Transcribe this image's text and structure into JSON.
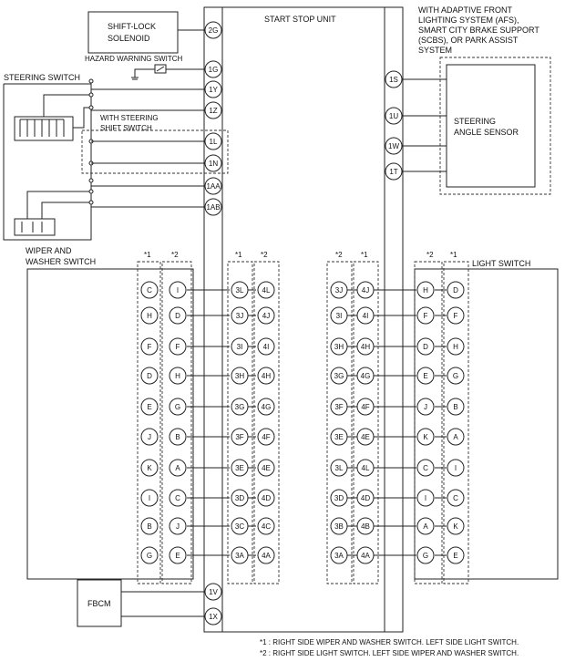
{
  "labels": {
    "shift_lock_line1": "SHIFT-LOCK",
    "shift_lock_line2": "SOLENOID",
    "hazard": "HAZARD WARNING SWITCH",
    "start_stop": "START STOP UNIT",
    "steering_switch": "STEERING SWITCH",
    "with_steering_line1": "WITH STEERING",
    "with_steering_line2": "SHIFT SWITCH",
    "afs_line1": "WITH ADAPTIVE FRONT",
    "afs_line2": "LIGHTING SYSTEM (AFS),",
    "afs_line3": "SMART CITY BRAKE SUPPORT",
    "afs_line4": "(SCBS), OR PARK ASSIST",
    "afs_line5": "SYSTEM",
    "sensor_line1": "STEERING",
    "sensor_line2": "ANGLE SENSOR",
    "wiper_line1": "WIPER AND",
    "wiper_line2": "WASHER SWITCH",
    "light_switch": "LIGHT SWITCH",
    "fbcm": "FBCM",
    "note1": "*1 : RIGHT SIDE WIPER AND WASHER SWITCH. LEFT SIDE LIGHT SWITCH.",
    "note2": "*2 : RIGHT SIDE LIGHT SWITCH. LEFT SIDE WIPER AND WASHER SWITCH."
  },
  "column_headers": {
    "left_a": "*1",
    "left_b": "*2",
    "mid_a": "*1",
    "mid_b": "*2",
    "midr_a": "*2",
    "midr_b": "*1",
    "right_a": "*2",
    "right_b": "*1"
  },
  "start_stop_left_pins": [
    "2G",
    "1G",
    "1Y",
    "1Z",
    "1L",
    "1N",
    "1AA",
    "1AB",
    "1V",
    "1X"
  ],
  "start_stop_right_pins": [
    "1S",
    "1U",
    "1W",
    "1T"
  ],
  "wiper_star1_pins": [
    "C",
    "H",
    "F",
    "D",
    "E",
    "J",
    "K",
    "I",
    "B",
    "G"
  ],
  "wiper_star2_pins": [
    "I",
    "D",
    "F",
    "H",
    "G",
    "B",
    "A",
    "C",
    "J",
    "E"
  ],
  "ssu_left_star1_pins": [
    "3L",
    "3J",
    "3I",
    "3H",
    "3G",
    "3F",
    "3E",
    "3D",
    "3C",
    "3A"
  ],
  "ssu_left_star2_pins": [
    "4L",
    "4J",
    "4I",
    "4H",
    "4G",
    "4F",
    "4E",
    "4D",
    "4C",
    "4A"
  ],
  "ssu_right_star2_pins": [
    "3J",
    "3I",
    "3H",
    "3G",
    "3F",
    "3E",
    "3L",
    "3D",
    "3B",
    "3A"
  ],
  "ssu_right_star1_pins": [
    "4J",
    "4I",
    "4H",
    "4G",
    "4F",
    "4E",
    "4L",
    "4D",
    "4B",
    "4A"
  ],
  "light_star2_pins": [
    "H",
    "F",
    "D",
    "E",
    "J",
    "K",
    "C",
    "I",
    "A",
    "G"
  ],
  "light_star1_pins": [
    "D",
    "F",
    "H",
    "G",
    "B",
    "A",
    "I",
    "C",
    "K",
    "E"
  ]
}
